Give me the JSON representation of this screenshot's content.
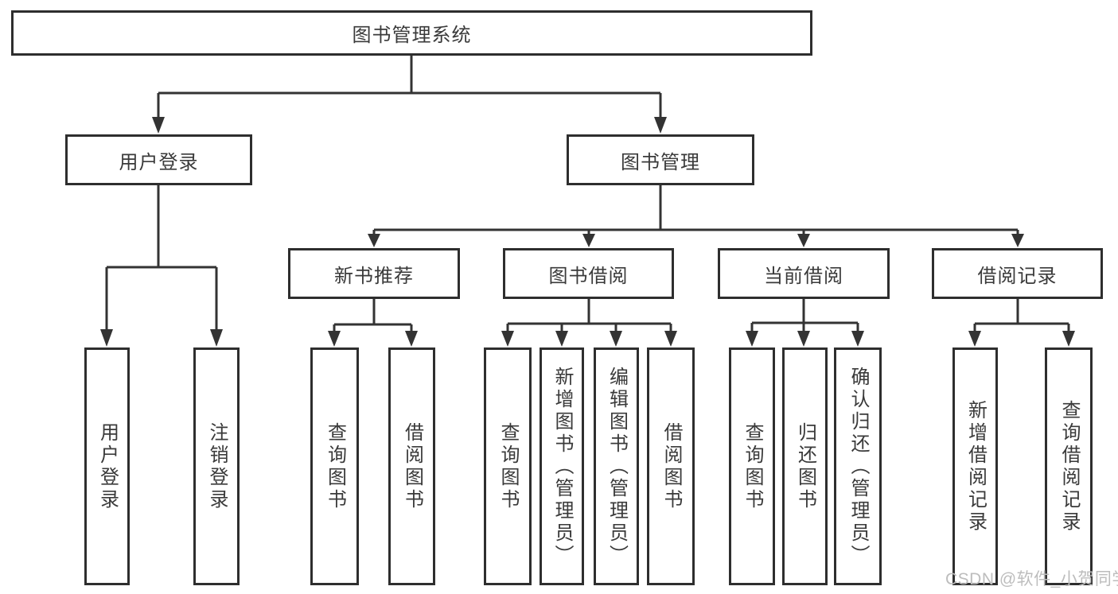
{
  "diagram": {
    "type": "hierarchy-tree",
    "title": "图书管理系统",
    "structure": {
      "图书管理系统": [
        "用户登录",
        "图书管理"
      ],
      "用户登录": [
        "用户登录",
        "注销登录"
      ],
      "图书管理": [
        "新书推荐",
        "图书借阅",
        "当前借阅",
        "借阅记录"
      ],
      "新书推荐": [
        "查询图书",
        "借阅图书"
      ],
      "图书借阅": [
        "查询图书",
        "新增图书（管理员）",
        "编辑图书（管理员）",
        "借阅图书"
      ],
      "当前借阅": [
        "查询图书",
        "归还图书",
        "确认归还（管理员）"
      ],
      "借阅记录": [
        "新增借阅记录",
        "查询借阅记录"
      ]
    }
  },
  "nodes": {
    "root": {
      "label": "图书管理系统"
    },
    "user_login": {
      "label": "用户登录"
    },
    "book_mgmt": {
      "label": "图书管理"
    },
    "new_book_rec": {
      "label": "新书推荐"
    },
    "book_borrow": {
      "label": "图书借阅"
    },
    "current_borrow": {
      "label": "当前借阅"
    },
    "borrow_records": {
      "label": "借阅记录"
    },
    "leaf_user_login": {
      "label": "用户登录"
    },
    "leaf_logout": {
      "label": "注销登录"
    },
    "leaf_query_book_a": {
      "label": "查询图书"
    },
    "leaf_borrow_book_a": {
      "label": "借阅图书"
    },
    "leaf_query_book_b": {
      "label": "查询图书"
    },
    "leaf_add_book": {
      "label": "新增图书（管理员）"
    },
    "leaf_edit_book": {
      "label": "编辑图书（管理员）"
    },
    "leaf_borrow_book_b": {
      "label": "借阅图书"
    },
    "leaf_query_book_c": {
      "label": "查询图书"
    },
    "leaf_return_book": {
      "label": "归还图书"
    },
    "leaf_confirm_return": {
      "label": "确认归还（管理员）"
    },
    "leaf_add_record": {
      "label": "新增借阅记录"
    },
    "leaf_query_record": {
      "label": "查询借阅记录"
    }
  },
  "watermark": {
    "text": "CSDN @软件_小贺同学"
  },
  "colors": {
    "line": "#333333",
    "border": "#2e2e2e",
    "text": "#3a3a3a",
    "background": "#ffffff",
    "watermark": "#bdbdbd"
  }
}
